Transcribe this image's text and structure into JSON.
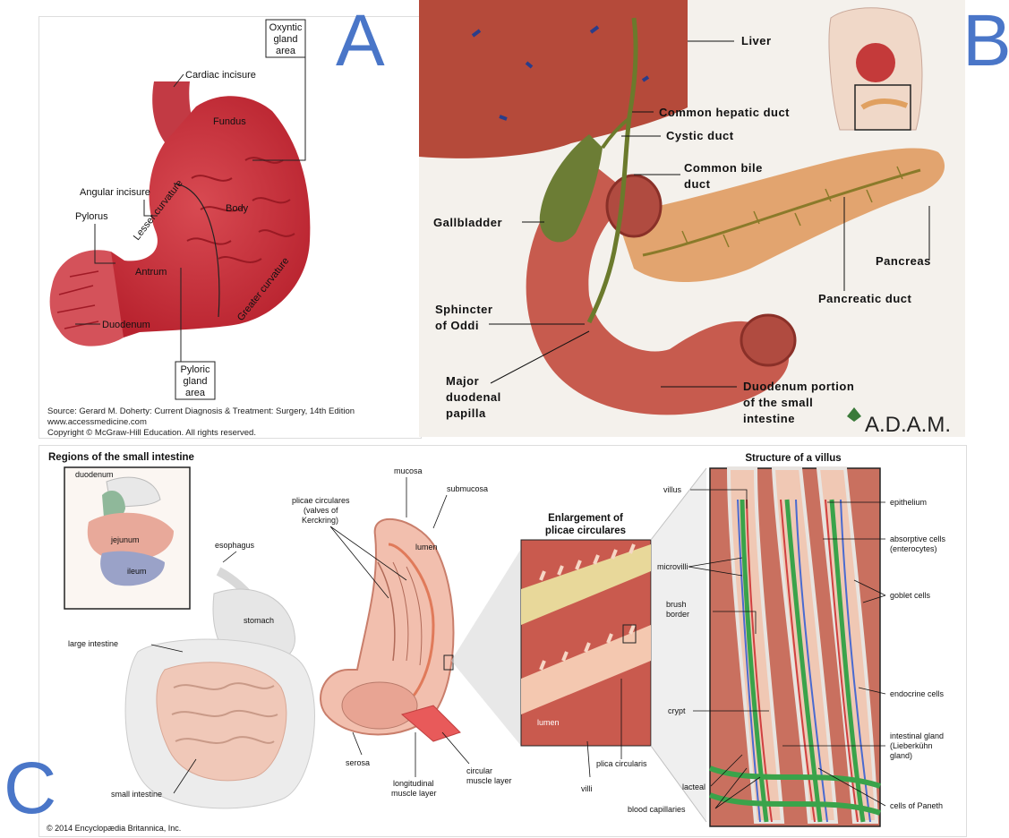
{
  "panel_letters": {
    "a": "A",
    "b": "B",
    "c": "C"
  },
  "panel_a": {
    "labels": {
      "oxyntic": [
        "Oxyntic",
        "gland",
        "area"
      ],
      "cardiac_incisure": "Cardiac incisure",
      "fundus": "Fundus",
      "angular_incisure": "Angular incisure",
      "lesser_curvature": "Lesser curvature",
      "body": "Body",
      "pylorus": "Pylorus",
      "antrum": "Antrum",
      "greater_curvature": "Greater curvature",
      "duodenum": "Duodenum",
      "pyloric": [
        "Pyloric",
        "gland",
        "area"
      ]
    },
    "source": [
      "Source: Gerard M. Doherty: Current Diagnosis & Treatment: Surgery, 14th Edition",
      "www.accessmedicine.com",
      "Copyright © McGraw-Hill Education. All rights reserved."
    ]
  },
  "panel_b": {
    "labels": {
      "liver": "Liver",
      "common_hepatic_duct": "Common hepatic duct",
      "cystic_duct": "Cystic duct",
      "common_bile_duct": [
        "Common bile",
        "duct"
      ],
      "gallbladder": "Gallbladder",
      "pancreas": "Pancreas",
      "pancreatic_duct": "Pancreatic duct",
      "sphincter": [
        "Sphincter",
        "of Oddi"
      ],
      "papilla": [
        "Major",
        "duodenal",
        "papilla"
      ],
      "duodenum_portion": [
        "Duodenum portion",
        "of the small",
        "intestine"
      ]
    },
    "logo": "A.D.A.M."
  },
  "panel_c": {
    "titles": {
      "regions": "Regions of the small intestine",
      "enlargement": [
        "Enlargement of",
        "plicae circulares"
      ],
      "villus": "Structure of a villus"
    },
    "inset_labels": {
      "duodenum": "duodenum",
      "jejunum": "jejunum",
      "ileum": "ileum"
    },
    "labels": {
      "esophagus": "esophagus",
      "stomach": "stomach",
      "large_intestine": "large intestine",
      "small_intestine": "small intestine",
      "mucosa": "mucosa",
      "submucosa": "submucosa",
      "plicae": [
        "plicae circulares",
        "(valves of",
        "Kerckring)"
      ],
      "lumen": "lumen",
      "serosa": "serosa",
      "longitudinal": [
        "longitudinal",
        "muscle layer"
      ],
      "circular": [
        "circular",
        "muscle layer"
      ],
      "lumen2": "lumen",
      "villi": "villi",
      "plica_circularis": "plica circularis",
      "villus": "villus",
      "microvilli": "microvilli",
      "brush_border": [
        "brush",
        "border"
      ],
      "crypt": "crypt",
      "lacteal": "lacteal",
      "blood_capillaries": "blood capillaries",
      "epithelium": "epithelium",
      "absorptive": [
        "absorptive cells",
        "(enterocytes)"
      ],
      "goblet": "goblet cells",
      "endocrine": "endocrine cells",
      "intestinal_gland": [
        "intestinal gland",
        "(Lieberkühn",
        "gland)"
      ],
      "paneth": "cells of Paneth"
    },
    "copyright": "© 2014 Encyclopædia Britannica, Inc."
  },
  "colors": {
    "letter": "#4a76c8",
    "stomach": "#c8323e",
    "bile": "#5a6b2a",
    "pancreas": "#e2a46f"
  }
}
